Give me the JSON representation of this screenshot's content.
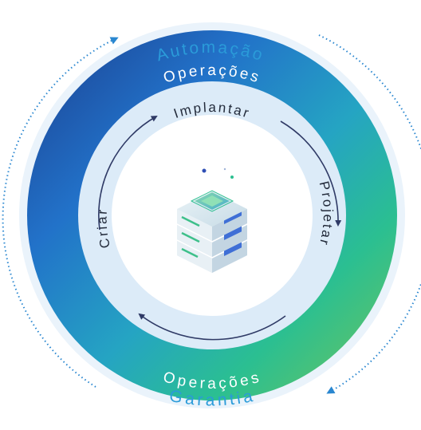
{
  "labels": {
    "outer_top": "Automação",
    "outer_bottom": "Garantia",
    "band_top": "Operações",
    "band_bottom": "Operações",
    "inner_top": "Implantar",
    "inner_right": "Projetar",
    "inner_left": "Criar"
  },
  "icons": {
    "center": "server-stack-icon",
    "cycle_arrows": "cycle-arrow-icon",
    "dotted_arrows": "dotted-arc-arrow-icon"
  },
  "colors": {
    "outer_label": "#2a9bd9",
    "band_text": "#ffffff",
    "inner_label": "#222a3a",
    "band_gradient": [
      "#1d3f8f",
      "#2273c9",
      "#26a6c4",
      "#2cc08f",
      "#6cc35a"
    ],
    "inner_disc": "#dcebf8",
    "arrow_dark": "#2f3a66",
    "dotted_arrow": "#2a87d0",
    "server_blue": "#3f6fd6",
    "server_green": "#3ec08a"
  }
}
